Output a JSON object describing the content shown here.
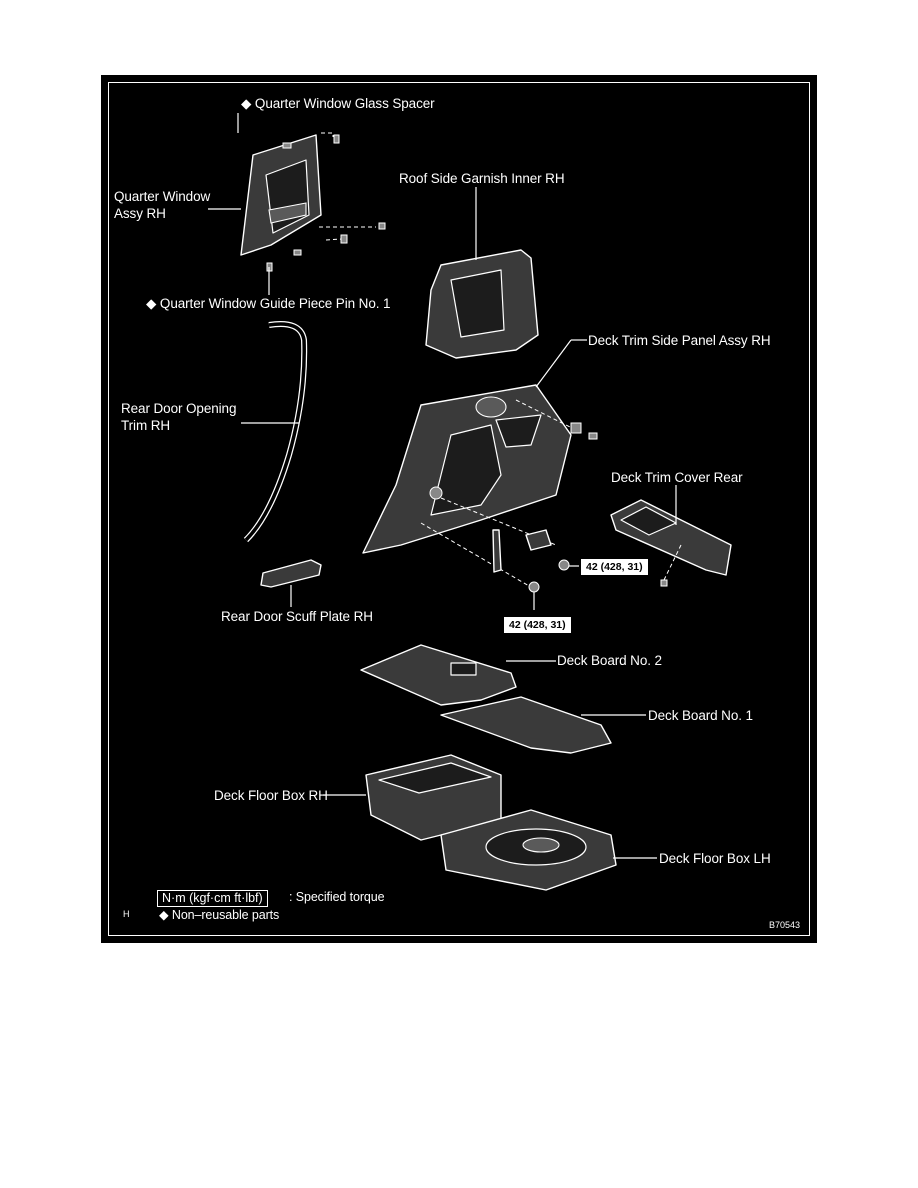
{
  "labels": {
    "quarter_window_glass_spacer": "◆ Quarter Window Glass Spacer",
    "quarter_window_assy_rh": "Quarter Window Assy RH",
    "roof_side_garnish_inner_rh": "Roof Side Garnish Inner RH",
    "quarter_window_guide_piece_pin": "◆ Quarter Window Guide Piece Pin No. 1",
    "deck_trim_side_panel_assy_rh": "Deck Trim Side Panel Assy RH",
    "rear_door_opening_trim_rh": "Rear Door Opening Trim RH",
    "deck_trim_cover_rear": "Deck Trim Cover Rear",
    "rear_door_scuff_plate_rh": "Rear Door Scuff Plate RH",
    "deck_board_no2": "Deck Board No. 2",
    "deck_board_no1": "Deck Board No. 1",
    "deck_floor_box_rh": "Deck Floor Box RH",
    "deck_floor_box_lh": "Deck Floor Box LH"
  },
  "torques": {
    "upper": "42 (428, 31)",
    "lower": "42 (428, 31)"
  },
  "legend": {
    "unit": "N·m (kgf·cm ft·lbf)",
    "unit_desc": ": Specified torque",
    "nonreusable": "◆ Non–reusable parts",
    "code_left": "H",
    "figure_id": "B70543"
  }
}
